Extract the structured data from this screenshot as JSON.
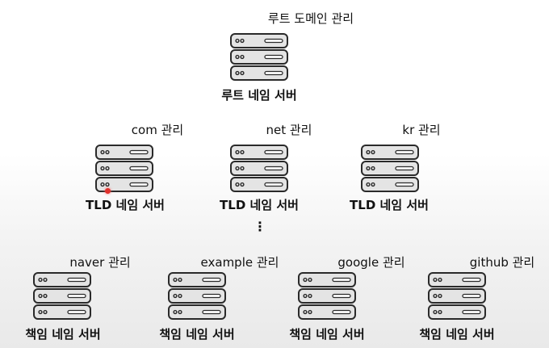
{
  "root": {
    "domain_label": "루트 도메인 관리",
    "server_label": "루트 네임 서버"
  },
  "tld": [
    {
      "domain_label": "com 관리",
      "server_label": "TLD 네임 서버"
    },
    {
      "domain_label": "net 관리",
      "server_label": "TLD 네임 서버"
    },
    {
      "domain_label": "kr 관리",
      "server_label": "TLD 네임 서버"
    }
  ],
  "ellipsis": "⋮",
  "authoritative": [
    {
      "domain_label": "naver 관리",
      "server_label": "책임 네임 서버"
    },
    {
      "domain_label": "example 관리",
      "server_label": "책임 네임 서버"
    },
    {
      "domain_label": "google 관리",
      "server_label": "책임 네임 서버"
    },
    {
      "domain_label": "github 관리",
      "server_label": "책임 네임 서버"
    }
  ],
  "icon": "server-rack-icon",
  "colors": {
    "stroke": "#2a2a2a",
    "rack_fill": "#e4e4e4",
    "cursor": "#e0312c"
  }
}
